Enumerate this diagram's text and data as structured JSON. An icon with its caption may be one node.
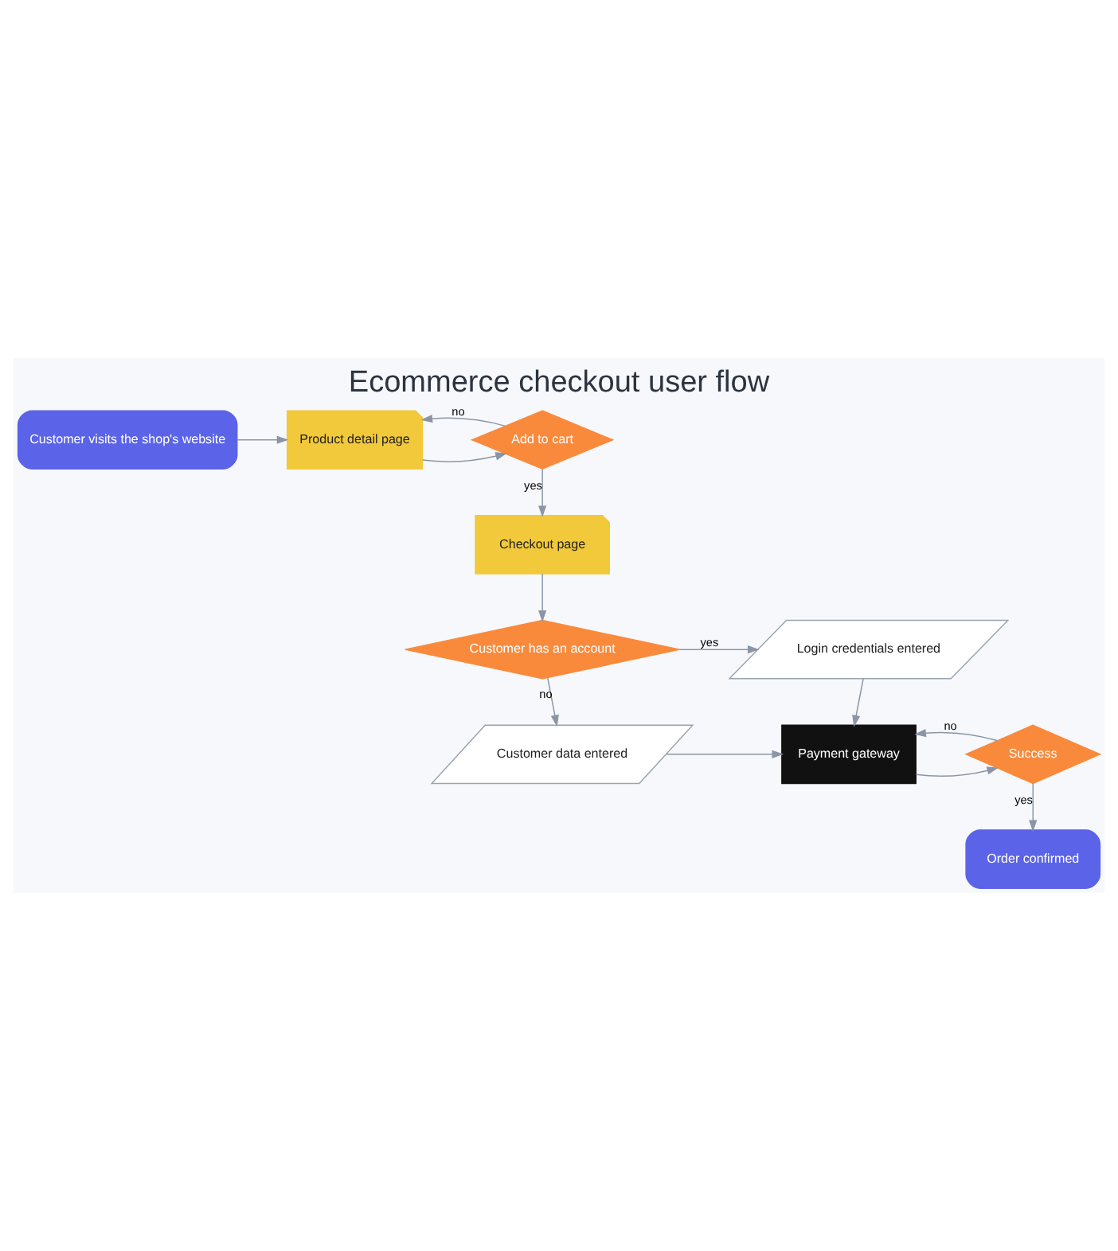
{
  "diagram": {
    "title": "Ecommerce checkout user flow",
    "nodes": [
      {
        "text": [
          "Customer visits the shop's website"
        ]
      },
      {
        "text": [
          "Product detail page"
        ]
      },
      {
        "text": [
          "Add to cart"
        ]
      },
      {
        "text": [
          "Checkout page"
        ]
      },
      {
        "text": [
          "Customer has an account"
        ]
      },
      {
        "text": [
          "Login credentials entered"
        ]
      },
      {
        "text": [
          "Customer data entered"
        ]
      },
      {
        "text": [
          "Payment gateway"
        ]
      },
      {
        "text": [
          "Success"
        ]
      },
      {
        "text": [
          "Order confirmed"
        ]
      }
    ],
    "edges": [
      {
        "from": 0,
        "to": 1,
        "arrow": "to"
      },
      {
        "from": 1,
        "to": 2,
        "arrow": "to"
      },
      {
        "from": 2,
        "to": 1,
        "arrow": "to",
        "label": "no"
      },
      {
        "from": 2,
        "to": 3,
        "arrow": "to",
        "label": "yes"
      },
      {
        "from": 3,
        "to": 4,
        "arrow": "to"
      },
      {
        "from": 4,
        "to": 5,
        "arrow": "to",
        "label": "yes"
      },
      {
        "from": 4,
        "to": 6,
        "arrow": "to",
        "label": "no"
      },
      {
        "from": 5,
        "to": 7,
        "arrow": "to"
      },
      {
        "from": 6,
        "to": 7,
        "arrow": "to"
      },
      {
        "from": 7,
        "to": 8,
        "arrow": "to"
      },
      {
        "from": 8,
        "to": 7,
        "arrow": "to",
        "label": "no"
      },
      {
        "from": 8,
        "to": 9,
        "arrow": "to",
        "label": "yes"
      }
    ]
  }
}
